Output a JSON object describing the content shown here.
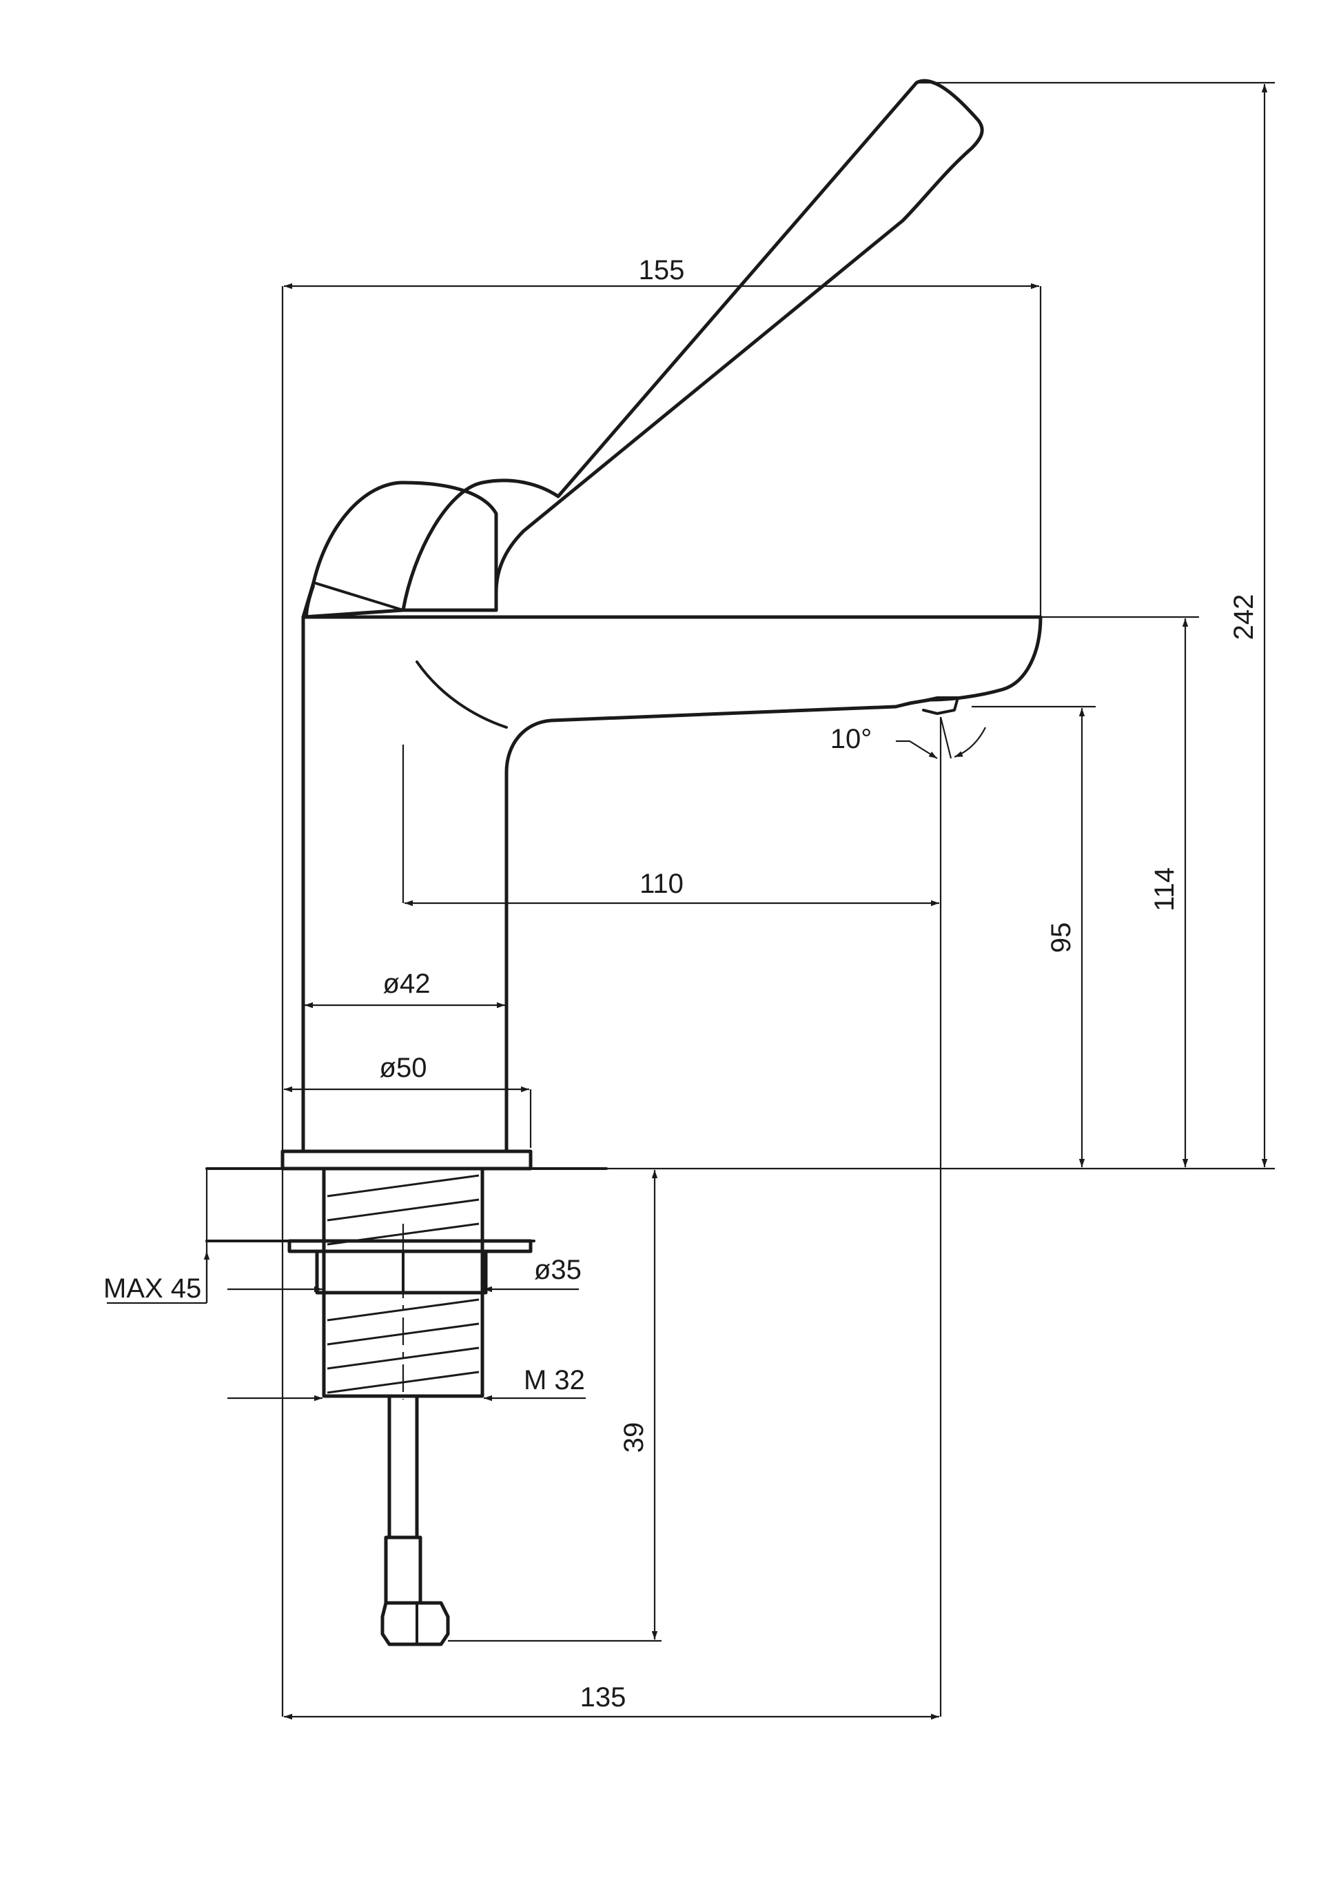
{
  "dimensions": {
    "width_top": "155",
    "height_total": "242",
    "height_body": "114",
    "height_spout": "95",
    "angle": "10°",
    "reach": "110",
    "dia_42": "ø42",
    "dia_50": "ø50",
    "dia_35": "ø35",
    "max_thickness": "MAX 45",
    "thread": "M 32",
    "tail_length": "39",
    "base_width": "135"
  }
}
